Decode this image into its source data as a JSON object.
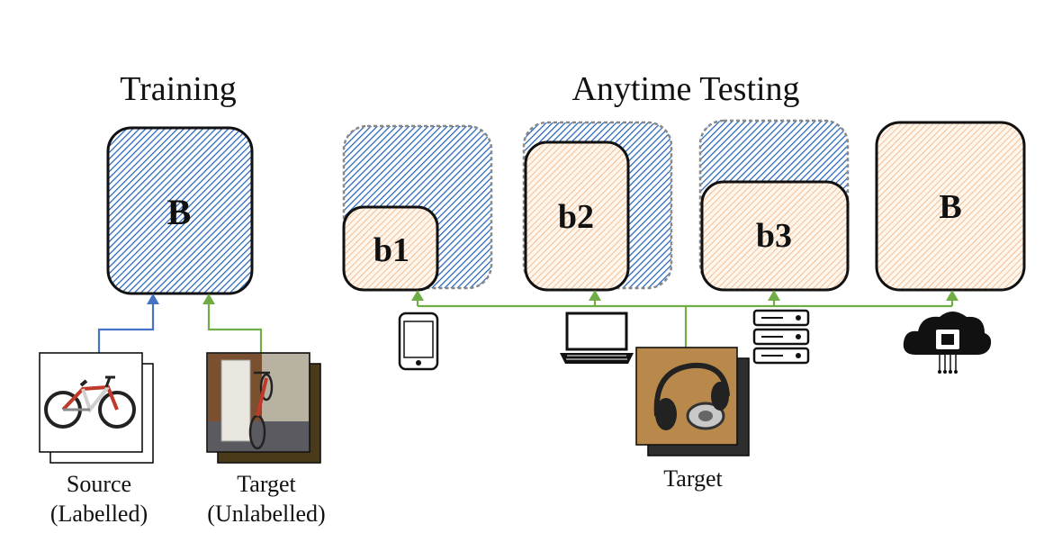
{
  "headings": {
    "training": "Training",
    "anytime_testing": "Anytime Testing"
  },
  "training": {
    "backbone_label": "B",
    "source_label_line1": "Source",
    "source_label_line2": "(Labelled)",
    "target_label_line1": "Target",
    "target_label_line2": "(Unlabelled)"
  },
  "testing": {
    "subnets": [
      {
        "label": "b1",
        "device_icon": "smartphone-icon"
      },
      {
        "label": "b2",
        "device_icon": "laptop-icon"
      },
      {
        "label": "b3",
        "device_icon": "server-icon"
      },
      {
        "label": "B",
        "device_icon": "cloud-chip-icon"
      }
    ],
    "target_label": "Target"
  },
  "colors": {
    "blue_hatch": "#1f5fb8",
    "orange_hatch": "#f0a060",
    "source_arrow": "#4472c4",
    "target_arrow": "#70ad47",
    "ink": "#111111"
  }
}
